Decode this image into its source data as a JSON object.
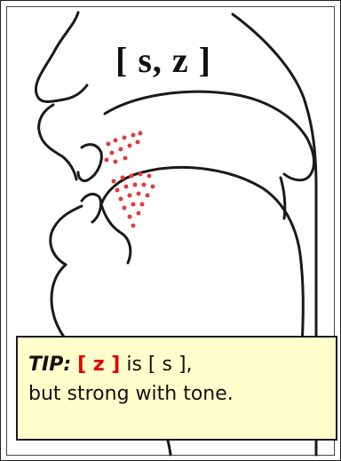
{
  "diagram": {
    "phoneme_label": "[ s, z ]",
    "contact_dot_color": "#e23b3b",
    "line_color": "#1a1a1a"
  },
  "tip": {
    "label": "TIP:",
    "sound": "[ z ]",
    "text_after_sound": " is [ s ],",
    "line2": "but strong with tone.",
    "background": "#ffffcc",
    "sound_color": "#e00000"
  }
}
